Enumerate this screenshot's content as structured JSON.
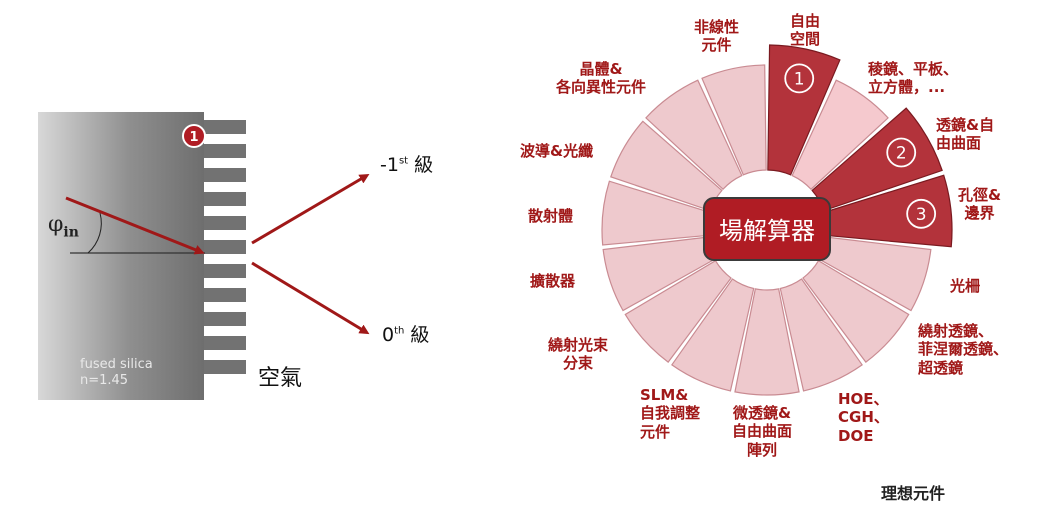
{
  "colors": {
    "wheel_dark": "#b3333b",
    "wheel_light": "#eec9cd",
    "wheel_mid": "#f5c9ce",
    "arrow": "#a01818",
    "label_red": "#a01818",
    "glass": "#8a8a8a"
  },
  "grating": {
    "badge": "1",
    "phi": "φ",
    "phi_sub": "in",
    "material_line1": "fused silica",
    "material_line2": "n=1.45",
    "air": "空氣",
    "order_minus1_pre": "-1",
    "order_minus1_sup": "st",
    "order_minus1_post": " 級",
    "order_zero_pre": "0",
    "order_zero_sup": "th",
    "order_zero_post": " 級"
  },
  "wheel": {
    "center_label": "場解算器",
    "sectors": [
      {
        "label": "自由\n空間",
        "highlight": true,
        "badge": "1"
      },
      {
        "label": "稜鏡、平板、\n立方體，...",
        "highlight": false,
        "badge": ""
      },
      {
        "label": "透鏡&自\n由曲面",
        "highlight": true,
        "badge": "2"
      },
      {
        "label": "孔徑&\n邊界",
        "highlight": true,
        "badge": "3"
      },
      {
        "label": "光柵",
        "highlight": false,
        "badge": ""
      },
      {
        "label": "繞射透鏡、\n菲涅爾透鏡、\n超透鏡",
        "highlight": false,
        "badge": ""
      },
      {
        "label": "HOE、\nCGH、\nDOE",
        "highlight": false,
        "badge": ""
      },
      {
        "label": "微透鏡&\n自由曲面\n陣列",
        "highlight": false,
        "badge": ""
      },
      {
        "label": "SLM&\n自我調整\n元件",
        "highlight": false,
        "badge": ""
      },
      {
        "label": "繞射光束\n分束",
        "highlight": false,
        "badge": ""
      },
      {
        "label": "擴散器",
        "highlight": false,
        "badge": ""
      },
      {
        "label": "散射體",
        "highlight": false,
        "badge": ""
      },
      {
        "label": "波導&光纖",
        "highlight": false,
        "badge": ""
      },
      {
        "label": "晶體&\n各向異性元件",
        "highlight": false,
        "badge": ""
      },
      {
        "label": "非線性\n元件",
        "highlight": false,
        "badge": ""
      }
    ]
  },
  "caption": "理想元件"
}
